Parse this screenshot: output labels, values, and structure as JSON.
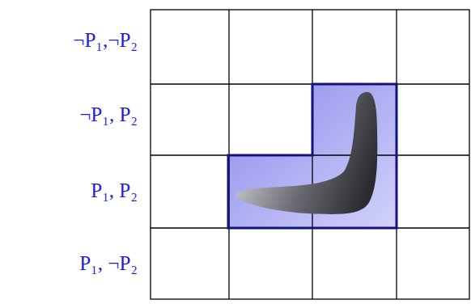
{
  "diagram": {
    "labels": [
      "¬P₁,¬P₂",
      "¬P₁, P₂",
      "P₁, P₂",
      "P₁, ¬P₂"
    ]
  }
}
